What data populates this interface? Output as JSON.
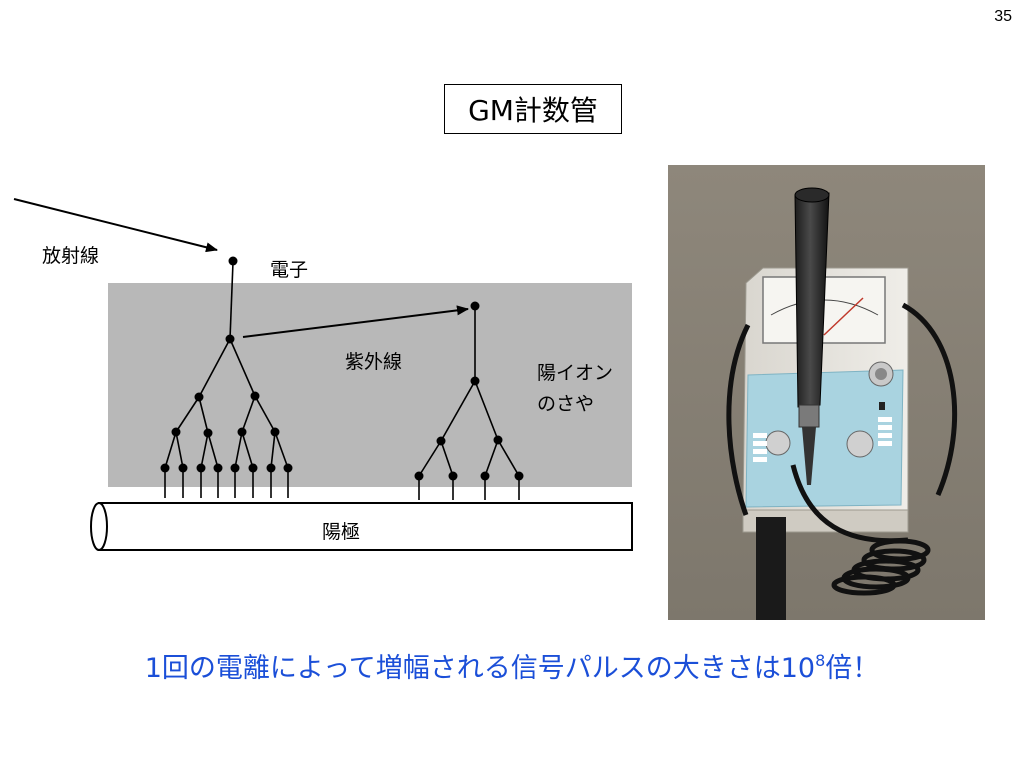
{
  "page_number": "35",
  "title": "GM計数管",
  "diagram": {
    "radiation_label": "放射線",
    "electron_label": "電子",
    "uv_label": "紫外線",
    "ion_sheath_label_line1": "陽イオン",
    "ion_sheath_label_line2": "のさや",
    "anode_label": "陽極"
  },
  "caption": {
    "prefix": "1回の電離によって増幅される信号パルスの大きさは10",
    "exponent": "8",
    "suffix": "倍！"
  },
  "colors": {
    "caption": "#1b4fd8",
    "ion_sheath": "#b8b8b8",
    "photo_background": "#8a8378",
    "detector_panel": "#a9d3e0"
  }
}
